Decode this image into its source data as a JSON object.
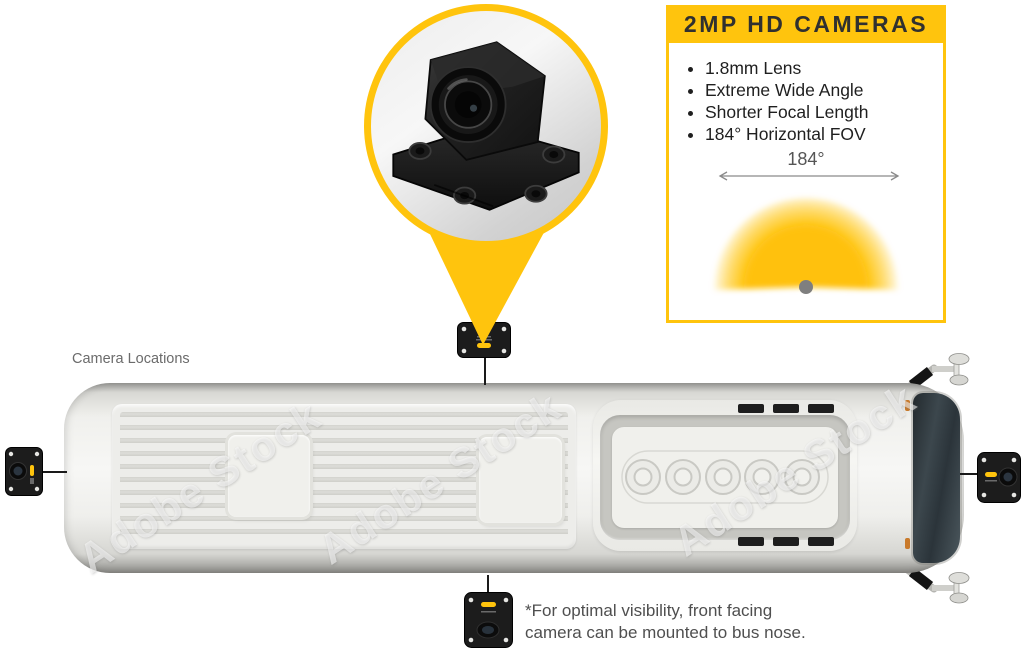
{
  "colors": {
    "accent_yellow": "#FFC40D",
    "fan_yellow": "#FFC107",
    "header_text": "#303030",
    "body_text": "#1F1F1F",
    "muted_text": "#6B6B6B",
    "footnote_text": "#4F4F4F",
    "camera_black": "#1C1C1C",
    "fov_dot_gray": "#7F7F7F"
  },
  "info_box": {
    "title": "2MP HD CAMERAS",
    "bullets": [
      "1.8mm Lens",
      "Extreme Wide Angle",
      "Shorter Focal Length",
      "184° Horizontal FOV"
    ],
    "fov_diagram": {
      "angle_label": "184°"
    }
  },
  "bus_diagram": {
    "label": "Camera Locations",
    "camera_positions": [
      "roof-top-edge-center",
      "roof-bottom-edge-center",
      "rear",
      "front"
    ],
    "footnote": {
      "line1": "*For optimal visibility, front facing",
      "line2": "camera can be mounted to bus nose."
    }
  },
  "icons": {
    "callout_pointer": "pin-pointer-triangle",
    "camera_photo": "black-mini-dome-camera-3d-photo",
    "camera_mount": "small-square-camera-mount"
  },
  "watermark": {
    "text": "Adobe Stock"
  }
}
